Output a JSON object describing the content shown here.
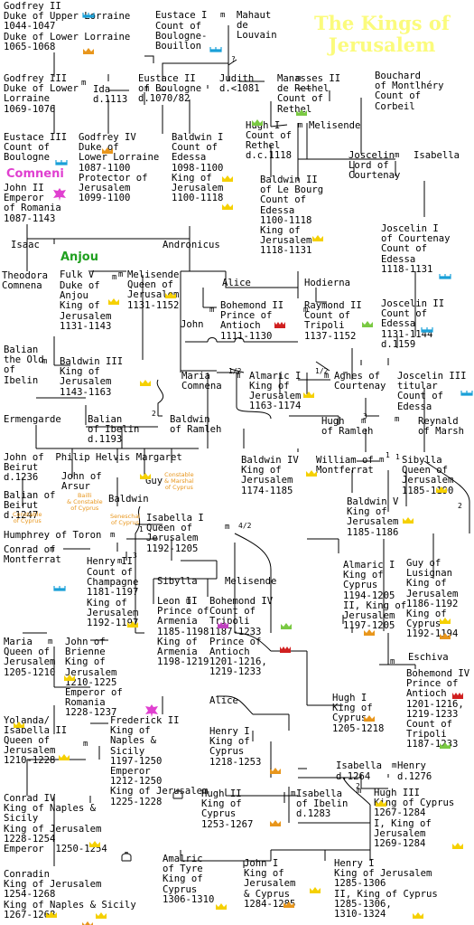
{
  "title_line1": "The Kings of",
  "title_line2": "Jerusalem",
  "houses": {
    "comneni": "Comneni",
    "anjou": "Anjou"
  },
  "marriage_mark": "m",
  "marriage_numbers": [
    "?",
    "1/2",
    "1/2",
    "2",
    "3",
    "1",
    "4/2",
    "1",
    "3",
    "2",
    "1",
    "2"
  ],
  "notes": {
    "guy_cyprus": "Constable\n& Marshal\nof Cyprus",
    "john_arsur": "Bailli\n& Constable\nof Cyprus",
    "baldwin_cyprus": "Seneschal\nof Cyprus",
    "balian_cyprus": "Constable\nof Cyprus"
  },
  "persons": [
    "Godfrey II\nDuke of Upper Lorraine\n1044-1047\nDuke of Lower Lorraine\n1065-1068",
    "Eustace I",
    "Count of\nBoulogne-\nBouillon",
    "Mahaut\nde\nLouvain",
    "Godfrey III\nDuke of Lower\nLorraine\n1069-1076",
    "Ida\nd.1113",
    "Eustace II\nof Boulogne\nd.1070/82",
    "Judith\nd.<1081",
    "Manasses II\nde Rethel\nCount of\nRethel",
    "Bouchard\nof Montlhéry\nCount of\nCorbeil",
    "Eustace III\nCount of\nBoulogne",
    "Godfrey IV\nDuke of\nLower Lorraine\n1087-1100\nProtector of\nJerusalem\n1099-1100",
    "Baldwin I\nCount of\nEdessa\n1098-1100\nKing of\nJerusalem\n1100-1118",
    "Hugh I",
    "Count of\nRethel\nd.c.1118",
    "Melisende",
    "Joscelin",
    "Lord of\nCourtenay",
    "Isabella",
    "John II\nEmperor\nof Romania\n1087-1143",
    "Baldwin II\nof Le Bourg\nCount of\nEdessa\n1100-1118\nKing of\nJerusalem\n1118-1131",
    "Joscelin I\nof Courtenay\nCount of\nEdessa\n1118-1131",
    "Isaac",
    "Andronicus",
    "Theodora\nComnena",
    "Fulk V",
    "Duke of\nAnjou\nKing of\nJerusalem\n1131-1143",
    "Melisende\nQueen of\nJerusalem\n1131-1152",
    "Alice",
    "Hodierna",
    "Bohemond II\nPrince of\nAntioch\n1111-1130",
    "Raymond II\nCount of\nTripoli\n1137-1152",
    "Joscelin II\nCount of\nEdessa\n1131-1144\nd.1159",
    "John",
    "Balian\nthe Old\nof\nIbelin",
    "Baldwin III\nKing of\nJerusalem\n1143-1163",
    "Maria\nComnena",
    "Almaric I",
    "King of\nJerusalem\n1163-1174",
    "Agnes of\nCourtenay",
    "Joscelin III\ntitular\nCount of\nEdessa",
    "Ermengarde",
    "Balian\nof Ibelin\nd.1193",
    "Baldwin\nof Ramleh",
    "Hugh\nof Ramleh",
    "Reynald\nof Marsh",
    "John of  Philip Helvis Margaret\nBeirut\nd.1236",
    "Guy",
    "John of\nArsur",
    "Baldwin",
    "Balian of\nBeirut\nd.1247",
    "Baldwin IV\nKing of\nJerusalem\n1174-1185",
    "William of\nMontferrat",
    "Sibylla\nQueen of\nJerusalem\n1185-1190",
    "Isabella I\nQueen of\nJerusalem\n1192-1205",
    "Baldwin V\nKing of\nJerusalem\n1185-1186",
    "Humphrey of Toron",
    "Conrad of\nMontferrat",
    "Henry II",
    "Count of\nChampagne\n1181-1197\nKing of\nJerusalem\n1192-1197",
    "Sibylla",
    "Melisende",
    "Leon II\nPrince of\nArmenia\n1185-1198\nKing of\nArmenia\n1198-1219",
    "Bohemond IV\nCount of\nTripoli\n1187-1233\nPrince of\nAntioch\n1201-1216,\n1219-1233",
    "Almaric I\nKing of\nCyprus\n1194-1205\nII, King of\nJerusalem\n1197-1205",
    "Guy of\nLusignan\nKing of\nJerusalem\n1186-1192\nKing of\nCyprus\n1192-1194",
    "Maria\nQueen of\nJerusalem\n1205-1210",
    "John of\nBrienne\nKing of\nJerusalem\n1210-1225\nEmperor of\nRomania\n1228-1237",
    "Eschiva",
    "Bohemond IV\nPrince of\nAntioch\n1201-1216,\n1219-1233\nCount of\nTripoli\n1187-1233",
    "Alice",
    "Hugh I\nKing of\nCyprus\n1205-1218",
    "Yolanda/\nIsabella II",
    "Queen of\nJerusalem\n1210-1228",
    "Frederick II\nKing of\nNaples &\nSicily\n1197-1250\nEmperor\n1212-1250\nKing of Jerusalem\n1225-1228",
    "Henry I\nKing of\nCyprus\n1218-1253",
    "Isabella",
    "d.1264",
    "Henry",
    "d.1276",
    "Conrad IV\nKing of Naples &\nSicily\nKing of Jerusalem\n1228-1254\nEmperor  1250-1254",
    "Hugh II\nKing of\nCyprus\n1253-1267",
    "Isabella\nof Ibelin\nd.1283",
    "Hugh III\nKing of Cyprus\n1267-1284\nI, King of\nJerusalem\n1269-1284",
    "Conradin\nKing of Jerusalem\n1254-1268\nKing of Naples & Sicily\n1267-1268",
    "Amalric\nof Tyre\nKing of\nCyprus\n1306-1310",
    "John I\nKing of\nJerusalem\n& Cyprus\n1284-1285",
    "Henry I\nKing of Jerusalem\n1285-1306\nII, King of Cyprus\n1285-1306,\n1310-1324"
  ],
  "symbols": [
    {
      "name": "crown-icon",
      "color": "#f5d000"
    },
    {
      "name": "duke-crown-icon",
      "color": "#1aa0d8"
    },
    {
      "name": "ducal-crown-icon",
      "color": "#e8961c"
    },
    {
      "name": "count-crown-icon",
      "color": "#7ac943"
    },
    {
      "name": "eagle-icon",
      "color": "#e040d0"
    },
    {
      "name": "armenia-crown-icon",
      "color": "#c040c0"
    },
    {
      "name": "antioch-crown-icon",
      "color": "#d02020"
    },
    {
      "name": "imperial-crown-icon",
      "color": "#333333"
    }
  ],
  "colors": {
    "title": "#fbfb7c",
    "comneni": "#e040d0",
    "anjou": "#20a020",
    "note": "#e8961c",
    "line": "#000000",
    "background": "#ffffff"
  }
}
